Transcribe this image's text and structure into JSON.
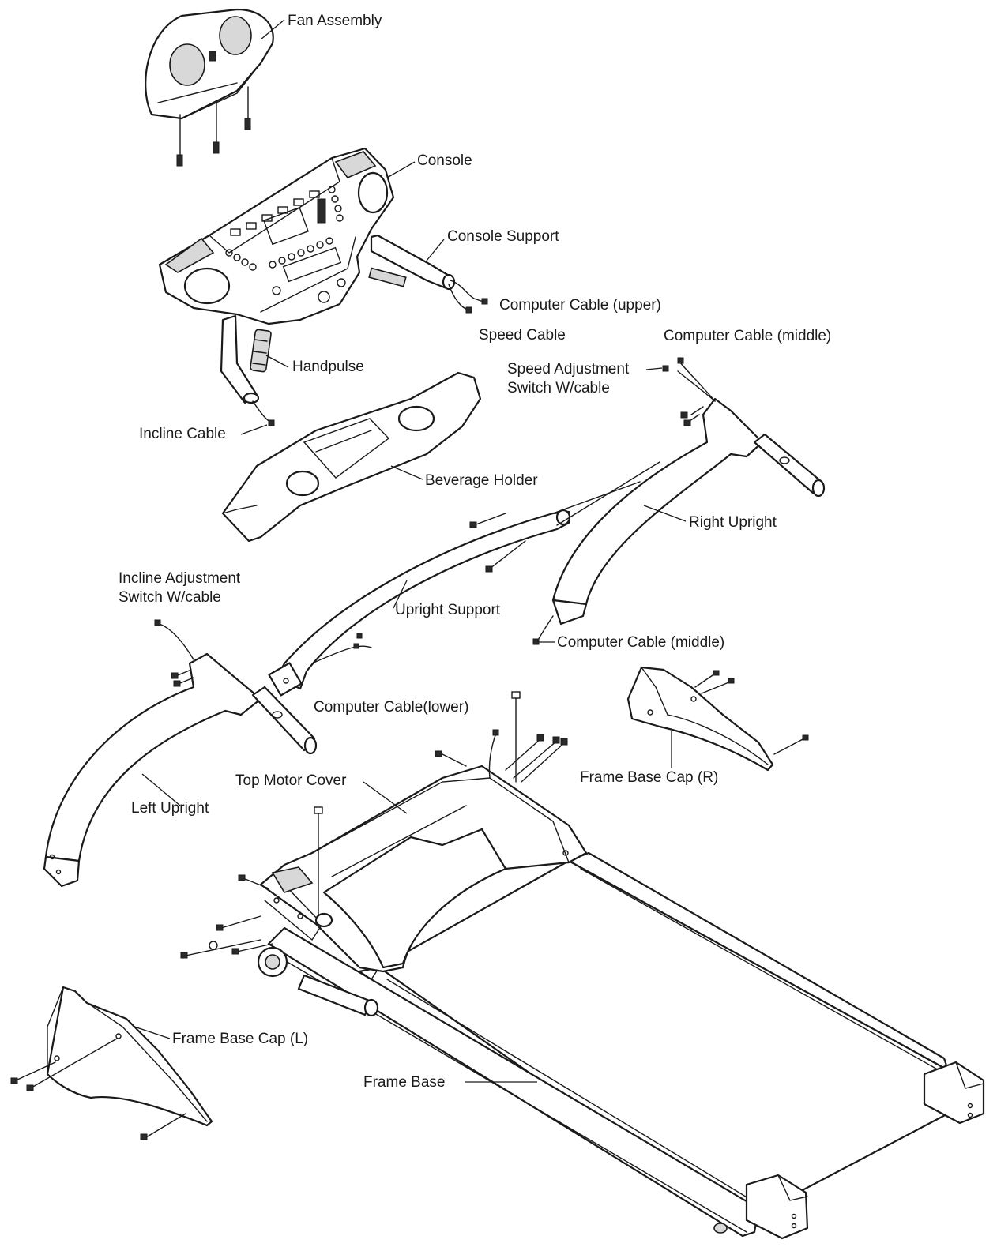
{
  "labels": {
    "fan_assembly": "Fan Assembly",
    "console": "Console",
    "console_support": "Console Support",
    "computer_cable_upper": "Computer Cable (upper)",
    "speed_cable": "Speed Cable",
    "handpulse": "Handpulse",
    "computer_cable_middle_top": "Computer Cable (middle)",
    "speed_adjustment_line1": "Speed Adjustment",
    "speed_adjustment_line2": "Switch  W/cable",
    "incline_cable": "Incline Cable",
    "beverage_holder": "Beverage Holder",
    "right_upright": "Right Upright",
    "incline_adjustment_line1": "Incline Adjustment",
    "incline_adjustment_line2": "Switch  W/cable",
    "upright_support": "Upright Support",
    "computer_cable_middle_bottom": "Computer Cable (middle)",
    "computer_cable_lower": "Computer Cable(lower)",
    "top_motor_cover": "Top Motor Cover",
    "frame_base_cap_r": "Frame Base Cap (R)",
    "left_upright": "Left Upright",
    "frame_base_cap_l": "Frame Base Cap (L)",
    "frame_base": "Frame Base"
  }
}
